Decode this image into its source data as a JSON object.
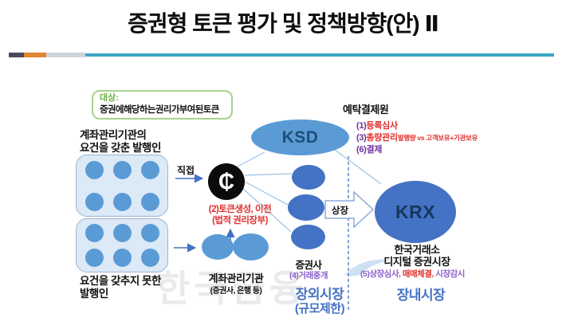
{
  "title": "증권형 토큰 평가 및 정책방향(안) Ⅱ",
  "divider_colors": {
    "dark": "#454b5c",
    "orange": "#e2852f",
    "gray": "#cdd3d9",
    "teal": "#3ba6c6"
  },
  "colors": {
    "red": "#e0312e",
    "purple": "#7030a0",
    "light_purple": "#8a5fc8",
    "blue": "#4472c4",
    "mid_blue": "#5b9bd5",
    "green": "#70ad47",
    "dark_navy": "#17375e"
  },
  "target_box": {
    "label": "대상:",
    "text": "증권에해당하는권리가부여된토큰"
  },
  "issuers": {
    "qualified_line1": "계좌관리기관의",
    "qualified_line2": "요건을 갖춘 발행인",
    "unqualified_line1": "요건을 갖추지 못한",
    "unqualified_line2": "발행인"
  },
  "direct_label": "직접",
  "token": {
    "glyph": "₵",
    "note_line1": "(2)토큰생성, 이전",
    "note_line2": "(법적 권리장부)"
  },
  "ksd": {
    "name": "KSD",
    "org_label": "예탁결제원",
    "notes": [
      {
        "num": "(1)",
        "text": "등록심사",
        "sub": ""
      },
      {
        "num": "(3)",
        "text": "총량관리",
        "sub": "발행량 vs 고객보유+기관보유"
      },
      {
        "num": "(6)",
        "text": "결제",
        "sub": ""
      }
    ]
  },
  "account_mgmt": {
    "title": "계좌관리기관",
    "sub": "(증권사, 은행 등)"
  },
  "securities_firm": {
    "title": "증권사",
    "note": "(4)거래중개"
  },
  "otc_market": {
    "title": "장외시장",
    "sub": "(규모제한)"
  },
  "listing_label": "상장",
  "krx": {
    "name": "KRX",
    "line1": "한국거래소",
    "line2": "디지털 증권시장",
    "note_p1": "(5)상장심사,",
    "note_p2": " 매매체결,",
    "note_p3": " 시장감시"
  },
  "exchange_market": "장내시장",
  "watermark": "한국금융"
}
